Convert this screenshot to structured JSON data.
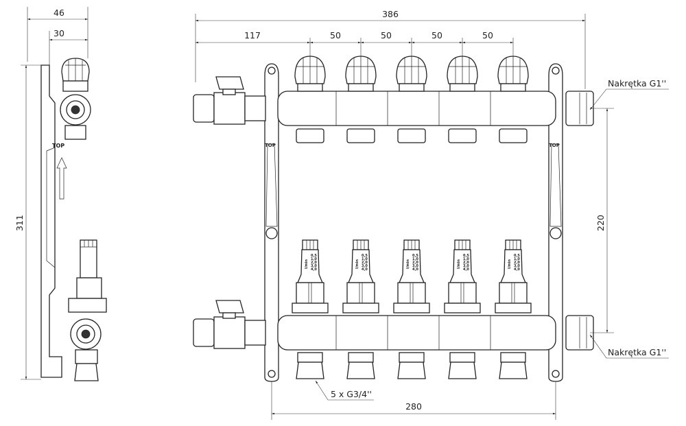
{
  "dimensions": {
    "side_depth_total": "46",
    "side_depth_partial": "30",
    "side_height": "311",
    "overall_width": "386",
    "first_outlet_offset": "117",
    "outlet_spacing": [
      "50",
      "50",
      "50",
      "50"
    ],
    "bar_spacing": "220",
    "bracket_spacing": "280"
  },
  "labels": {
    "nut_top": "Nakrętka G1''",
    "nut_bottom": "Nakrętka G1''",
    "outlets": "5 x G3/4''",
    "top_marking": "TOP",
    "flowmeter_unit": "l/min",
    "flowmeter_scale": [
      "0,5",
      "1,0",
      "2,0",
      "3,0",
      "4,0"
    ]
  },
  "outlet_count": 5
}
